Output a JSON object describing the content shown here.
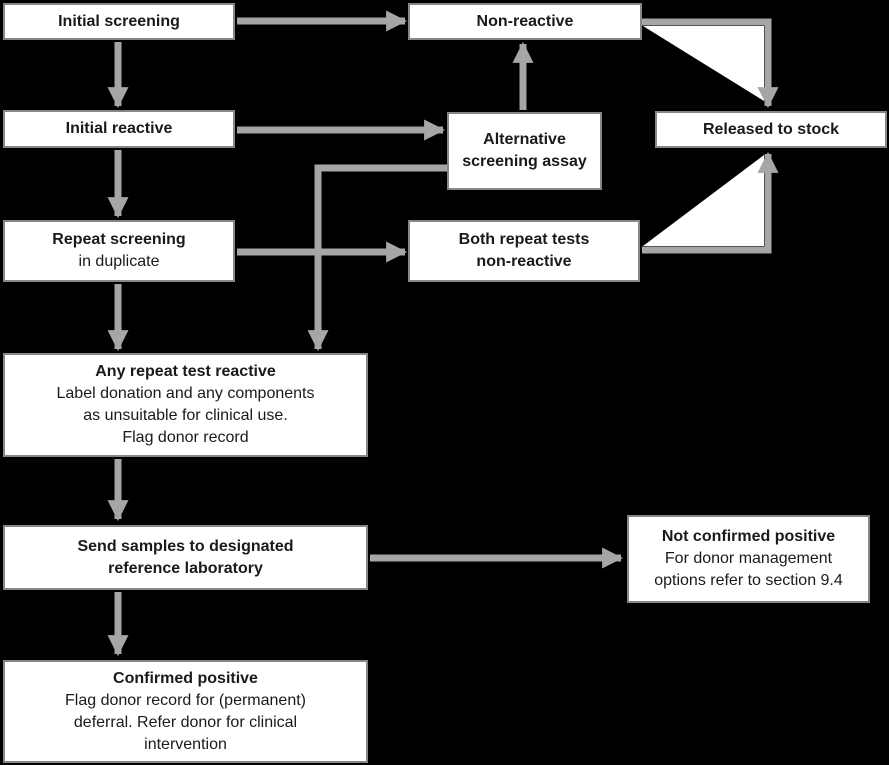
{
  "colors": {
    "background": "#000000",
    "box_fill": "#ffffff",
    "box_border": "#868686",
    "arrow": "#a6a6a6",
    "text": "#1a1a1a"
  },
  "nodes": {
    "initial_screening": {
      "lines": [
        "Initial screening"
      ]
    },
    "non_reactive": {
      "lines": [
        "Non-reactive"
      ]
    },
    "released_to_stock": {
      "lines": [
        "Released to stock"
      ]
    },
    "initial_reactive": {
      "lines": [
        "Initial reactive"
      ]
    },
    "alternative_screening_assay": {
      "lines": [
        "Alternative",
        "screening assay"
      ]
    },
    "repeat_screening": {
      "lines": [
        "Repeat screening",
        "in duplicate"
      ]
    },
    "both_repeat_tests": {
      "lines": [
        "Both repeat tests",
        "non-reactive"
      ]
    },
    "any_repeat_test_reactive": {
      "lines": [
        "Any repeat test reactive",
        "Label donation and any components",
        "as unsuitable for clinical use.",
        "Flag donor record"
      ]
    },
    "send_samples": {
      "lines": [
        "Send samples to designated",
        "reference laboratory"
      ]
    },
    "not_confirmed_positive": {
      "lines": [
        "Not confirmed positive",
        "For donor management",
        "options refer to section 9.4"
      ]
    },
    "confirmed_positive": {
      "lines": [
        "Confirmed positive",
        "Flag donor record for (permanent)",
        "deferral. Refer donor for clinical",
        "intervention"
      ]
    }
  },
  "edges": [
    {
      "from": "initial_screening",
      "to": "non_reactive"
    },
    {
      "from": "initial_screening",
      "to": "initial_reactive"
    },
    {
      "from": "non_reactive",
      "to": "released_to_stock"
    },
    {
      "from": "initial_reactive",
      "to": "alternative_screening_assay"
    },
    {
      "from": "initial_reactive",
      "to": "repeat_screening"
    },
    {
      "from": "alternative_screening_assay",
      "to": "non_reactive"
    },
    {
      "from": "alternative_screening_assay",
      "to": "any_repeat_test_reactive"
    },
    {
      "from": "repeat_screening",
      "to": "both_repeat_tests"
    },
    {
      "from": "repeat_screening",
      "to": "any_repeat_test_reactive"
    },
    {
      "from": "both_repeat_tests",
      "to": "released_to_stock"
    },
    {
      "from": "any_repeat_test_reactive",
      "to": "send_samples"
    },
    {
      "from": "send_samples",
      "to": "not_confirmed_positive"
    },
    {
      "from": "send_samples",
      "to": "confirmed_positive"
    }
  ]
}
